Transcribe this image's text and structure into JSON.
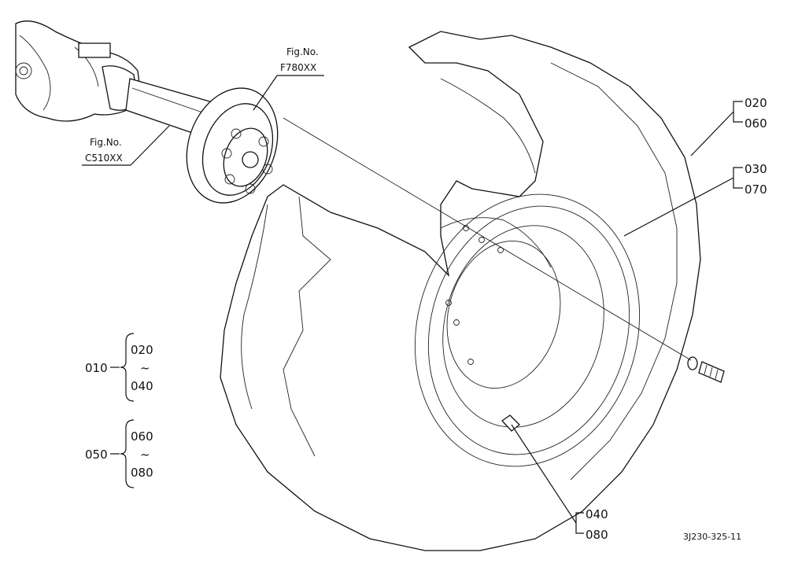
{
  "figure_refs": {
    "upper_label": "Fig.No.",
    "upper_code": "F780XX",
    "lower_label": "Fig.No.",
    "lower_code": "C510XX"
  },
  "callouts": {
    "c1_top": "020",
    "c1_bottom": "060",
    "c2_top": "030",
    "c2_bottom": "070",
    "c3_top": "040",
    "c3_bottom": "080"
  },
  "groups": [
    {
      "id": "010",
      "from": "020",
      "tilde": "~",
      "to": "040"
    },
    {
      "id": "050",
      "from": "060",
      "tilde": "~",
      "to": "080"
    }
  ],
  "drawing_code": "3J230-325-11"
}
